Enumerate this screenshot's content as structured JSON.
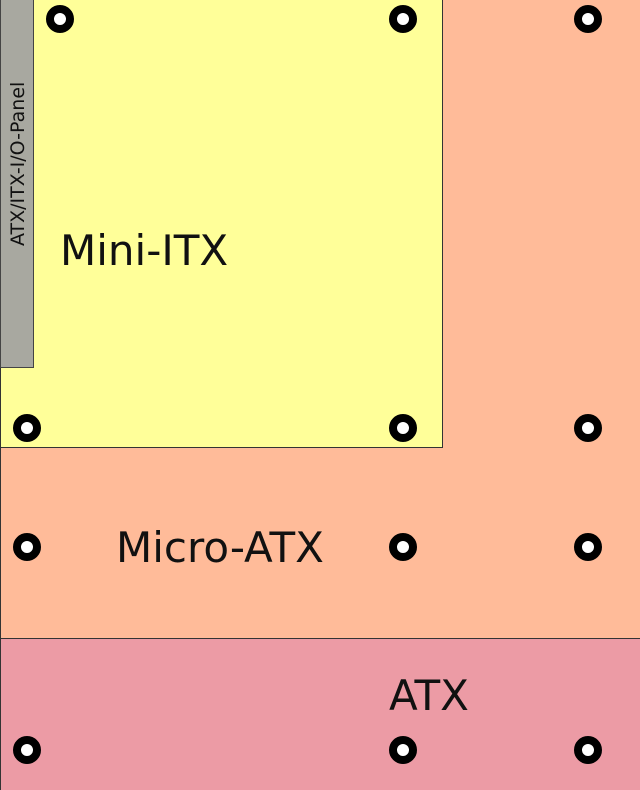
{
  "boards": {
    "atx": {
      "label": "ATX",
      "color": "#ec9ba5"
    },
    "microatx": {
      "label": "Micro-ATX",
      "color": "#ffbb99"
    },
    "miniitx": {
      "label": "Mini-ITX",
      "color": "#ffff99"
    }
  },
  "io_panel": {
    "label": "ATX/ITX-I/O-Panel",
    "color": "#a8a8a0"
  },
  "mounting_hole_count": 12
}
